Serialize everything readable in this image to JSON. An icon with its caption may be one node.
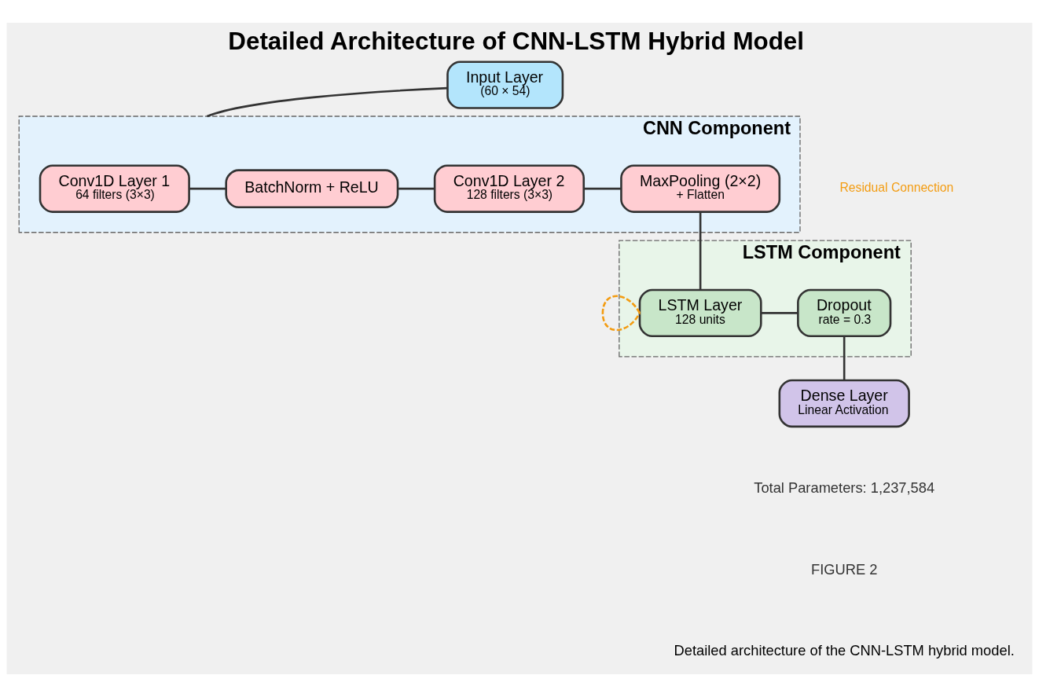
{
  "diagram": {
    "title": "Detailed Architecture of CNN-LSTM Hybrid Model",
    "caption": "Detailed architecture of the CNN-LSTM hybrid model.",
    "nodes": [
      {
        "text": [
          "Input Layer",
          "(60 × 54)"
        ]
      },
      {
        "text": [
          "CNN Component"
        ]
      },
      {
        "text": [
          "Conv1D Layer 1",
          "64 filters (3×3)"
        ],
        "in": 1
      },
      {
        "text": [
          "BatchNorm + ReLU"
        ],
        "in": 1
      },
      {
        "text": [
          "Conv1D Layer 2",
          "128 filters (3×3)"
        ],
        "in": 1
      },
      {
        "text": [
          "MaxPooling (2×2)",
          "+ Flatten"
        ],
        "in": 1
      },
      {
        "text": [
          "LSTM Component"
        ]
      },
      {
        "text": [
          "LSTM Layer",
          "128 units"
        ],
        "in": 6
      },
      {
        "text": [
          "Dropout",
          "rate = 0.3"
        ],
        "in": 6
      },
      {
        "text": [
          "Dense Layer",
          "Linear Activation"
        ]
      }
    ],
    "edges": [
      {
        "from": 0,
        "to": 1,
        "arrow": "none"
      },
      {
        "from": 2,
        "to": 3,
        "arrow": "none"
      },
      {
        "from": 3,
        "to": 4,
        "arrow": "none"
      },
      {
        "from": 4,
        "to": 5,
        "arrow": "none"
      },
      {
        "from": 5,
        "to": 7,
        "arrow": "none"
      },
      {
        "from": 7,
        "to": 8,
        "arrow": "none"
      },
      {
        "from": 8,
        "to": 9,
        "arrow": "none"
      },
      {
        "from": 7,
        "to": 7,
        "arrow": "none",
        "style": "dashed",
        "color": "#f39c12"
      }
    ],
    "labels": [
      "Residual Connection",
      "Total Parameters: 1,237,584",
      "FIGURE 2"
    ]
  }
}
